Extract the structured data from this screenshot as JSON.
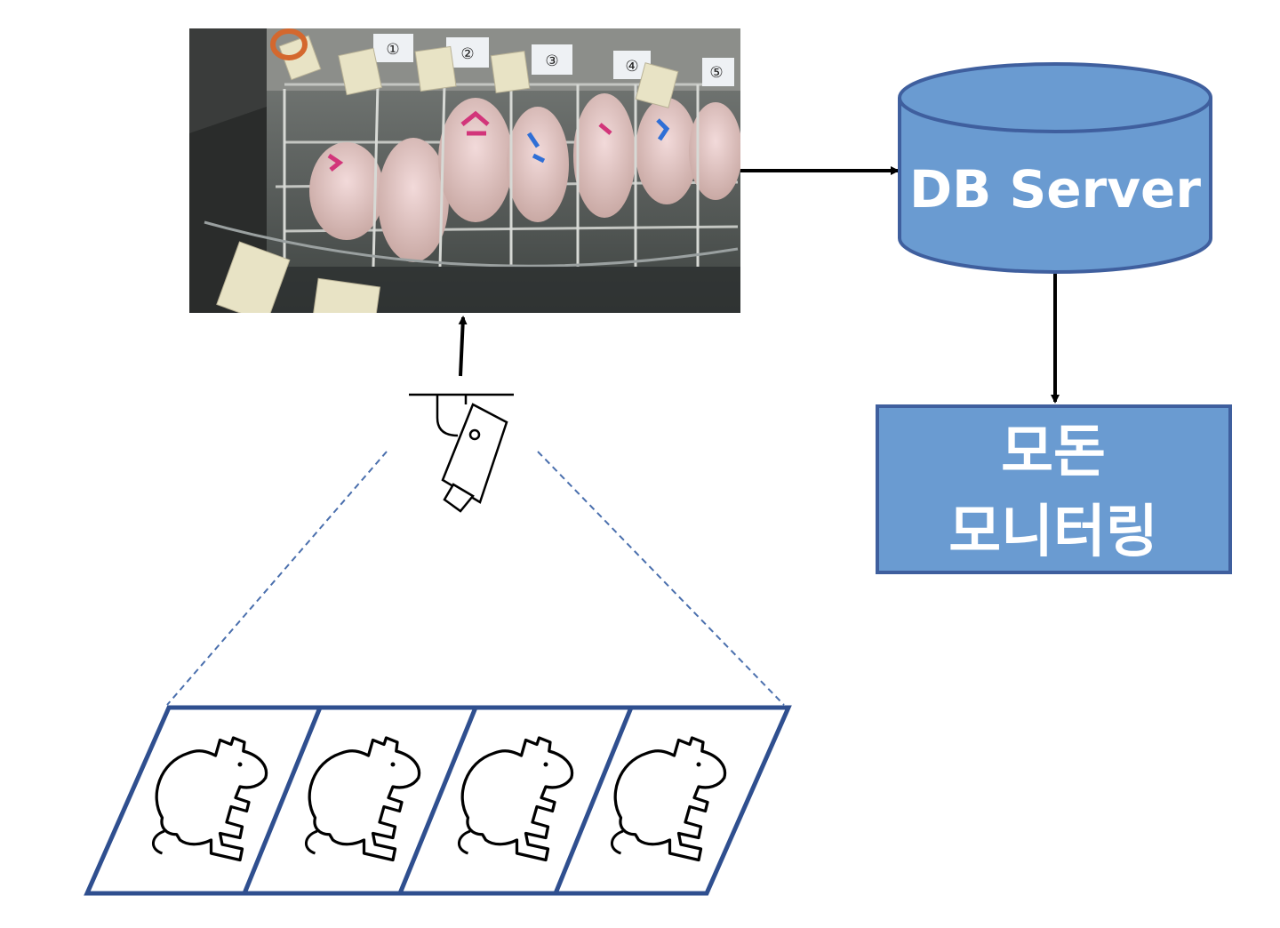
{
  "db_server": {
    "label": "DB Server",
    "color": "#6a9bd1",
    "stroke": "#4a6fad"
  },
  "monitoring": {
    "line1": "모돈",
    "line2": "모니터링",
    "color": "#6a9bd1",
    "stroke": "#4a6fad"
  },
  "camera_photo": {
    "pen_numbers": [
      "①",
      "②",
      "③",
      "④",
      "⑤"
    ]
  },
  "crates": {
    "count": 4,
    "icon": "pig-icon",
    "border_color": "#2f4f8f"
  },
  "fov_line_color": "#4a6fad",
  "arrow_color": "#000000"
}
